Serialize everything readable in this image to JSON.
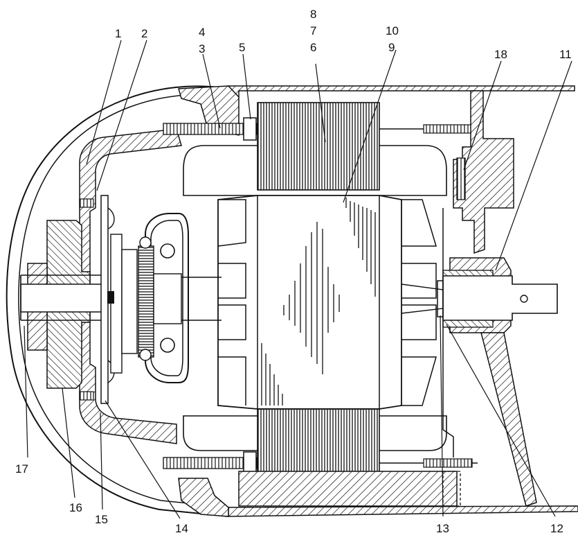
{
  "callouts": {
    "n1": "1",
    "n2": "2",
    "n3": "3",
    "n4": "4",
    "n5": "5",
    "n6": "6",
    "n7": "7",
    "n8": "8",
    "n9": "9",
    "n10": "10",
    "n11": "11",
    "n12": "12",
    "n13": "13",
    "n14": "14",
    "n15": "15",
    "n16": "16",
    "n17": "17",
    "n18": "18"
  },
  "colors": {
    "ink": "#111111",
    "paper": "#ffffff"
  }
}
